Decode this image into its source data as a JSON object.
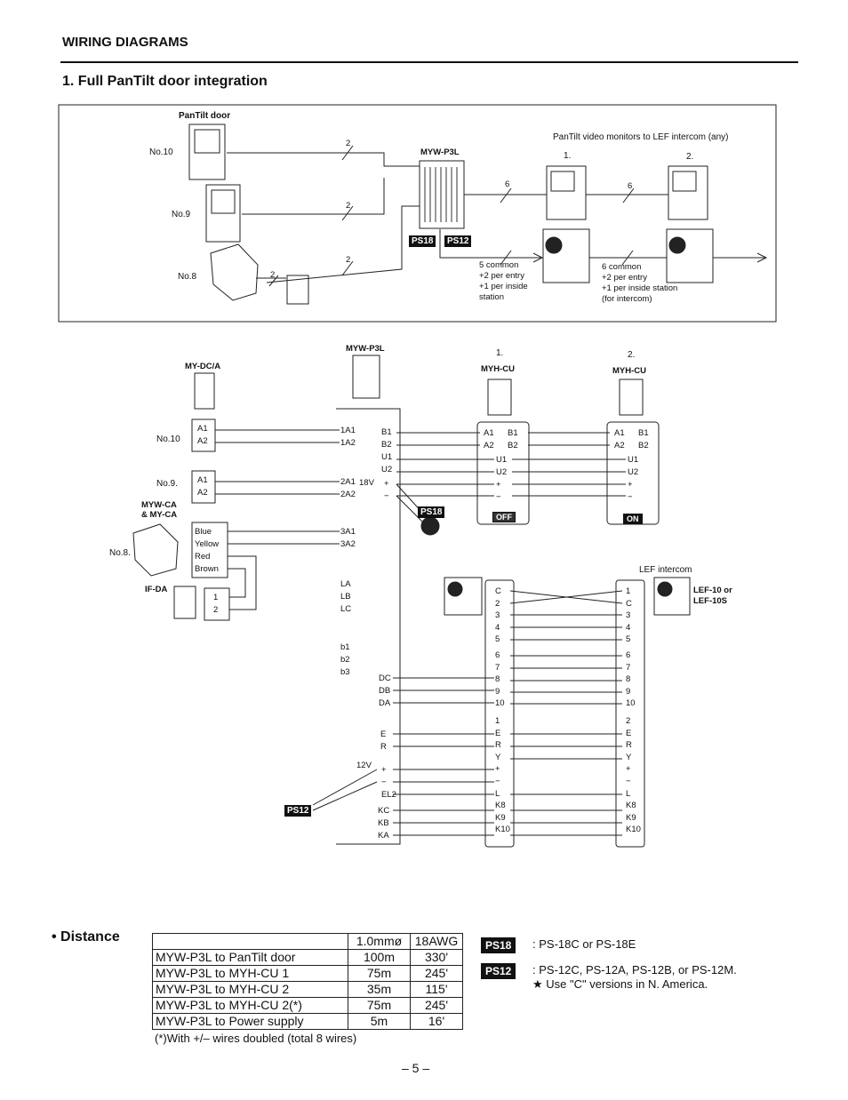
{
  "header": {
    "section": "WIRING DIAGRAMS",
    "title": "1. Full PanTilt door integration"
  },
  "top": {
    "pantilt_label": "PanTilt door",
    "doors": [
      "No.10",
      "No.9",
      "No.8"
    ],
    "wire2": "2",
    "wire6": "6",
    "myw": "MYW-P3L",
    "ps18": "PS18",
    "ps12": "PS12",
    "monitors_title": "PanTilt video monitors to LEF intercom (any)",
    "mon1": "1.",
    "mon2": "2.",
    "note1": [
      "5 common",
      "+2 per entry",
      "+1 per inside",
      "station"
    ],
    "note2": [
      "6 common",
      "+2 per entry",
      "+1 per inside station",
      "(for intercom)"
    ]
  },
  "bottom": {
    "myw": "MYW-P3L",
    "mydc": "MY-DC/A",
    "myh1_num": "1.",
    "myh2_num": "2.",
    "myh": "MYH-CU",
    "no10": "No.10",
    "no9": "No.9.",
    "no8": "No.8.",
    "mywca1": "MYW-CA",
    "mywca2": "& MY-CA",
    "ifda": "IF-DA",
    "colors": [
      "Blue",
      "Yellow",
      "Red",
      "Brown"
    ],
    "a1": "A1",
    "a2": "A2",
    "b1": "B1",
    "b2": "B2",
    "u1": "U1",
    "u2": "U2",
    "v18": "18V",
    "v12": "12V",
    "plus": "+",
    "minus": "−",
    "off": "OFF",
    "on": "ON",
    "ifda_terms": [
      "1",
      "2"
    ],
    "myw_terms_a": [
      "1A1",
      "1A2"
    ],
    "myw_terms_b": [
      "2A1",
      "2A2"
    ],
    "myw_terms_c": [
      "3A1",
      "3A2"
    ],
    "myw_terms_l": [
      "LA",
      "LB",
      "LC"
    ],
    "myw_terms_bb": [
      "b1",
      "b2",
      "b3"
    ],
    "myw_terms_d": [
      "DC",
      "DB",
      "DA"
    ],
    "myw_terms_er": [
      "E",
      "R"
    ],
    "myw_terms_k": [
      "KC",
      "KB",
      "KA"
    ],
    "el2": "EL2",
    "lef_title": "LEF intercom",
    "lef_model1": "LEF-10 or",
    "lef_model2": "LEF-10S",
    "lef1_terms": [
      "C",
      "2",
      "3",
      "4",
      "5",
      "6",
      "7",
      "8",
      "9",
      "10",
      "1",
      "E",
      "R",
      "Y",
      "+",
      "−",
      "L",
      "K8",
      "K9",
      "K10"
    ],
    "lef2_terms": [
      "1",
      "C",
      "3",
      "4",
      "5",
      "6",
      "7",
      "8",
      "9",
      "10",
      "2",
      "E",
      "R",
      "Y",
      "+",
      "−",
      "L",
      "K8",
      "K9",
      "K10"
    ]
  },
  "distance": {
    "title": "• Distance",
    "headers": [
      "",
      "1.0mmø",
      "18AWG"
    ],
    "rows": [
      [
        "MYW-P3L to PanTilt door",
        "100m",
        "330'"
      ],
      [
        "MYW-P3L to MYH-CU 1",
        "75m",
        "245'"
      ],
      [
        "MYW-P3L to MYH-CU 2",
        "35m",
        "115'"
      ],
      [
        "MYW-P3L to MYH-CU 2(*)",
        "75m",
        "245'"
      ],
      [
        "MYW-P3L to Power supply",
        "5m",
        "16'"
      ]
    ],
    "footnote": "(*)With +/– wires doubled (total 8 wires)"
  },
  "legend": {
    "ps18": "PS18",
    "ps18_text": ": PS-18C or PS-18E",
    "ps12": "PS12",
    "ps12_text": ": PS-12C, PS-12A, PS-12B, or PS-12M.",
    "note": "★ Use \"C\" versions in N. America."
  },
  "page_number": "– 5 –"
}
